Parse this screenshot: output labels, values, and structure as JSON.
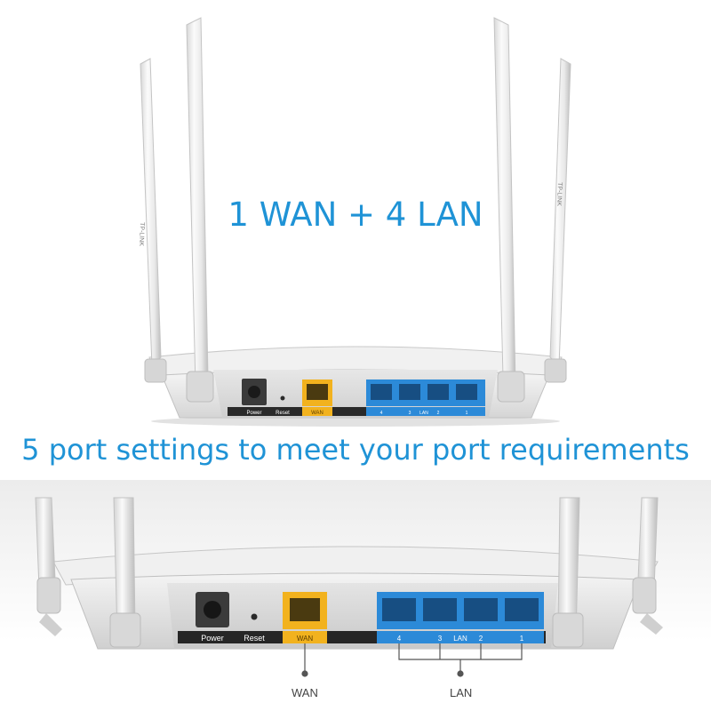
{
  "headline": "1 WAN + 4 LAN",
  "subheadline": "5 port settings to meet your port requirements",
  "antenna_brand": "TP-LINK",
  "port_panel": {
    "power_label": "Power",
    "reset_label": "Reset",
    "wan_label": "WAN",
    "lan_label": "LAN",
    "lan_numbers": [
      "4",
      "3",
      "2",
      "1"
    ]
  },
  "callouts": {
    "wan": "WAN",
    "lan": "LAN"
  },
  "colors": {
    "headline": "#1f93d6",
    "wan_port": "#f2b21e",
    "lan_ports": "#2c8ad8"
  }
}
